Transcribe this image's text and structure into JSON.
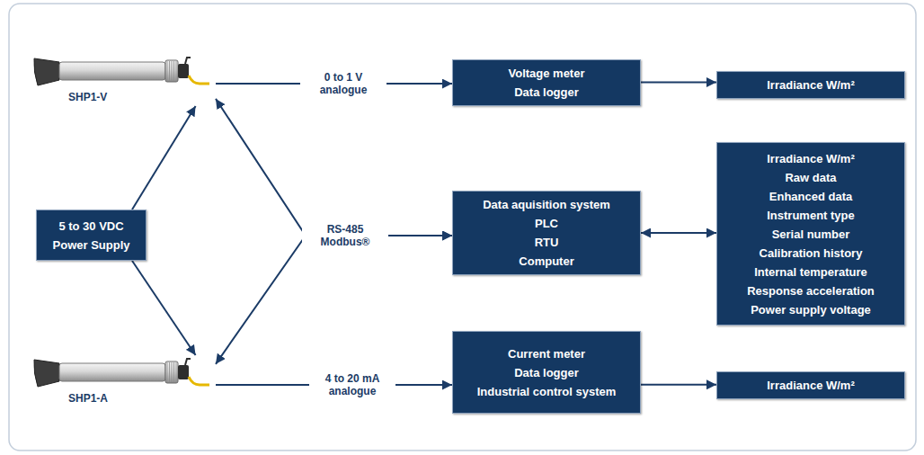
{
  "diagram": {
    "nodes": [
      {
        "text": [
          "SHP1-V"
        ]
      },
      {
        "text": [
          "Voltage meter",
          "Data logger"
        ]
      },
      {
        "text": [
          "Irradiance W/m²"
        ]
      },
      {
        "text": [
          "5 to 30 VDC Power Supply"
        ]
      },
      {
        "text": [
          "Data aquisition system",
          "PLC",
          "RTU",
          "Computer"
        ]
      },
      {
        "text": [
          "Irradiance W/m²",
          "Raw data",
          "Enhanced data",
          "Instrument type",
          "Serial number",
          "Calibration history",
          "Internal temperature",
          "Response acceleration",
          "Power supply voltage"
        ]
      },
      {
        "text": [
          "SHP1-A"
        ]
      },
      {
        "text": [
          "Current meter",
          "Data logger",
          "Industrial control system"
        ]
      },
      {
        "text": [
          "Irradiance W/m²"
        ]
      }
    ],
    "edges": [
      {
        "from": 3,
        "to": 0,
        "arrow": "to"
      },
      {
        "from": 3,
        "to": 6,
        "arrow": "to"
      },
      {
        "from": 0,
        "to": 1,
        "label": "0 to 1 V analogue",
        "arrow": "to"
      },
      {
        "from": 0,
        "to": 4,
        "label": "RS-485 Modbus®",
        "arrow": "both"
      },
      {
        "from": 6,
        "to": 4,
        "arrow": "both"
      },
      {
        "from": 6,
        "to": 7,
        "label": "4 to 20 mA analogue",
        "arrow": "to"
      },
      {
        "from": 1,
        "to": 2,
        "arrow": "to"
      },
      {
        "from": 4,
        "to": 5,
        "arrow": "both"
      },
      {
        "from": 7,
        "to": 8,
        "arrow": "to"
      }
    ]
  }
}
